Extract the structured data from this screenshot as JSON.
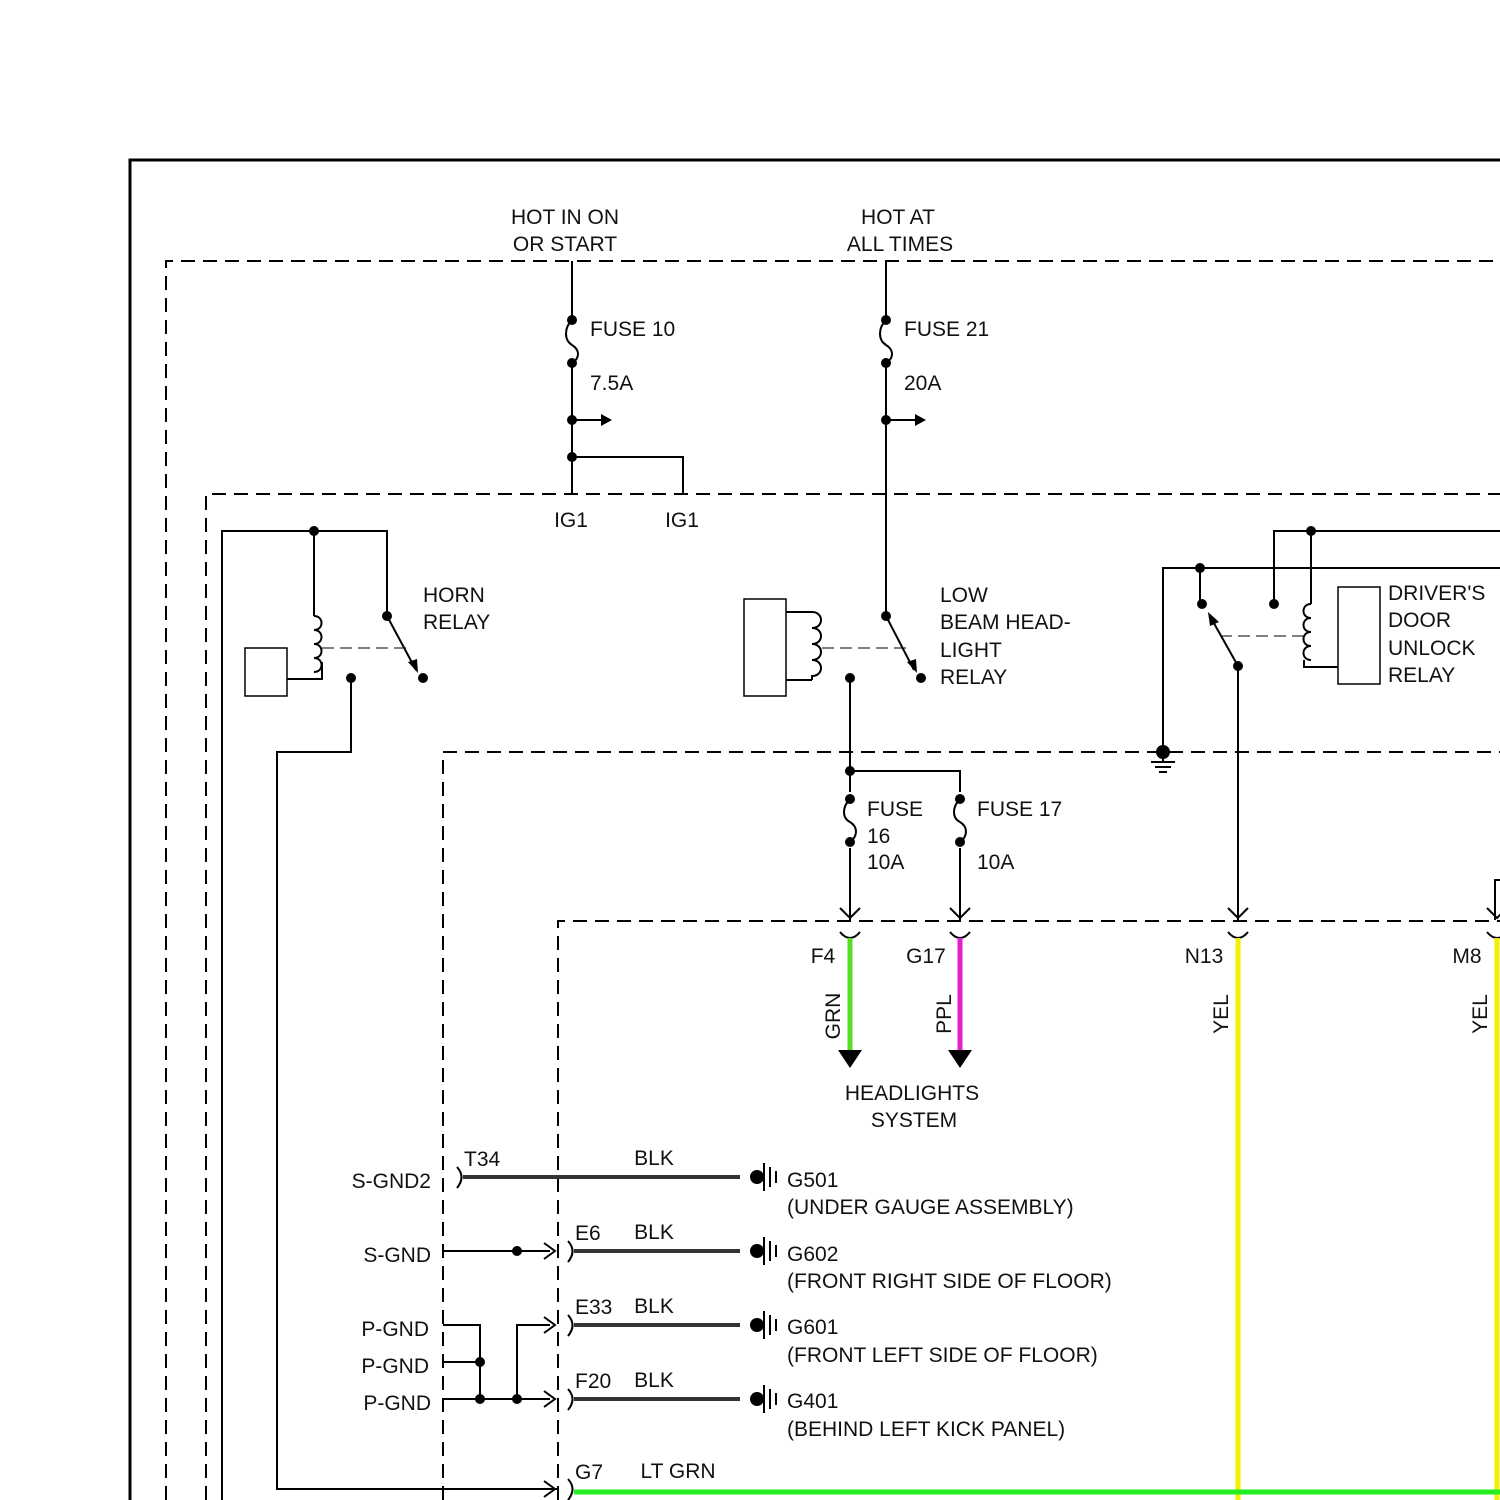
{
  "power": {
    "hot_on_start": [
      "HOT IN ON",
      "OR START"
    ],
    "hot_all_times": [
      "HOT AT",
      "ALL TIMES"
    ]
  },
  "fuses": {
    "f10_name": "FUSE 10",
    "f10_rating": "7.5A",
    "f21_name": "FUSE 21",
    "f21_rating": "20A",
    "f16_name": [
      "FUSE",
      "16"
    ],
    "f16_rating": "10A",
    "f17_name": "FUSE 17",
    "f17_rating": "10A"
  },
  "terminals": {
    "ig1_a": "IG1",
    "ig1_b": "IG1"
  },
  "relays": {
    "horn": [
      "HORN",
      "RELAY"
    ],
    "low_beam": [
      "LOW",
      "BEAM HEAD-",
      "LIGHT",
      "RELAY"
    ],
    "door_unlock": [
      "DRIVER'S",
      "DOOR",
      "UNLOCK",
      "RELAY"
    ]
  },
  "connectors": [
    {
      "id": "F4",
      "wire": "GRN",
      "color": "#55dd22"
    },
    {
      "id": "G17",
      "wire": "PPL",
      "color": "#e020d0"
    },
    {
      "id": "N13",
      "wire": "YEL",
      "color": "#f0f000"
    },
    {
      "id": "M8",
      "wire": "YEL",
      "color": "#f0f000"
    }
  ],
  "headlights": [
    "HEADLIGHTS",
    "SYSTEM"
  ],
  "grounds": [
    {
      "src": "S-GND2",
      "conn": "T34",
      "wire": "BLK",
      "gid": "G501",
      "loc": "(UNDER GAUGE ASSEMBLY)"
    },
    {
      "src": "S-GND",
      "conn": "E6",
      "wire": "BLK",
      "gid": "G602",
      "loc": "(FRONT RIGHT SIDE OF FLOOR)"
    },
    {
      "src": "P-GND",
      "conn": "E33",
      "wire": "BLK",
      "gid": "G601",
      "loc": "(FRONT LEFT SIDE OF FLOOR)"
    },
    {
      "src": "P-GND",
      "conn": "F20",
      "wire": "BLK",
      "gid": "G401",
      "loc": "(BEHIND LEFT KICK PANEL)"
    }
  ],
  "p_gnd_middle": "P-GND",
  "bottom_wire": {
    "conn": "G7",
    "wire": "LT GRN",
    "color": "#22ee22"
  },
  "colors": {
    "black_wire": "#333333",
    "line": "#000000"
  }
}
